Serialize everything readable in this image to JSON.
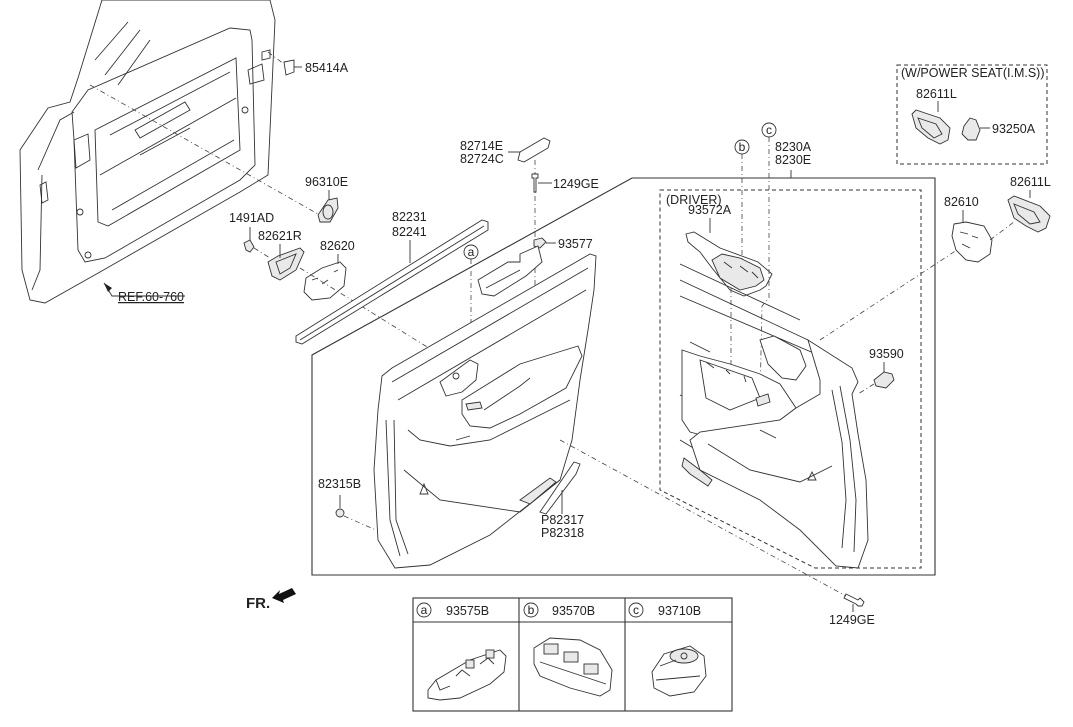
{
  "title": "Front Door Trim Parts Diagram",
  "reference": {
    "label": "REF.60-760"
  },
  "direction_indicator": {
    "label": "FR."
  },
  "callouts": {
    "p85414A": "85414A",
    "p96310E": "96310E",
    "p1491AD": "1491AD",
    "p82621R": "82621R",
    "p82620": "82620",
    "p82231": "82231",
    "p82241": "82241",
    "p82714E": "82714E",
    "p82724C": "82724C",
    "p1249GE_top": "1249GE",
    "p93577": "93577",
    "p8230A": "8230A",
    "p8230E": "8230E",
    "p93572A": "93572A",
    "p82610": "82610",
    "p82611L": "82611L",
    "p93590": "93590",
    "p82315B": "82315B",
    "pP82317": "P82317",
    "pP82318": "P82318",
    "p1249GE_bottom": "1249GE"
  },
  "driver_box": {
    "label": "(DRIVER)"
  },
  "power_seat_box": {
    "label": "(W/POWER SEAT(I.M.S))",
    "parts": {
      "handle": "82611L",
      "switch": "93250A"
    }
  },
  "detail_tags": {
    "a": "a",
    "b": "b",
    "c": "c"
  },
  "legend_table": {
    "columns": [
      {
        "tag": "a",
        "part": "93575B",
        "icon": "window-switch-assembly-icon"
      },
      {
        "tag": "b",
        "part": "93570B",
        "icon": "power-window-master-switch-icon"
      },
      {
        "tag": "c",
        "part": "93710B",
        "icon": "mirror-control-switch-icon"
      }
    ]
  }
}
